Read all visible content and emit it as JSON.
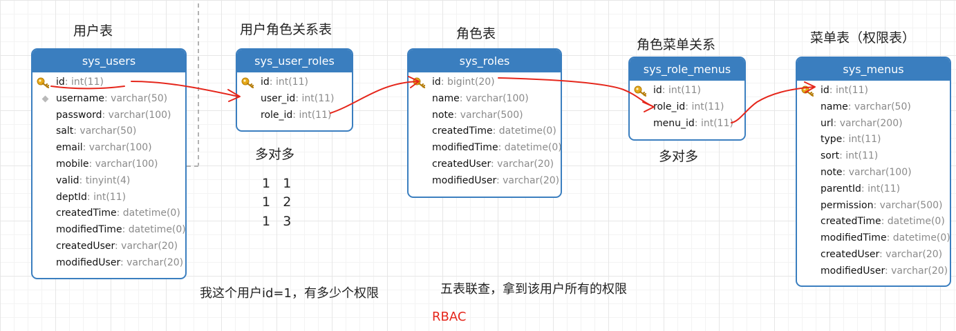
{
  "captions": {
    "users": "用户表",
    "user_roles": "用户角色关系表",
    "roles": "角色表",
    "role_menus": "角色菜单关系",
    "menus": "菜单表（权限表）"
  },
  "tables": {
    "users": {
      "name": "sys_users",
      "columns": [
        {
          "name": "id",
          "type": ": int(11)",
          "key": true
        },
        {
          "name": "username",
          "type": ": varchar(50)",
          "index": true
        },
        {
          "name": "password",
          "type": ": varchar(100)"
        },
        {
          "name": "salt",
          "type": ": varchar(50)"
        },
        {
          "name": "email",
          "type": ": varchar(100)"
        },
        {
          "name": "mobile",
          "type": ": varchar(100)"
        },
        {
          "name": "valid",
          "type": ": tinyint(4)"
        },
        {
          "name": "deptId",
          "type": ": int(11)"
        },
        {
          "name": "createdTime",
          "type": ": datetime(0)"
        },
        {
          "name": "modifiedTime",
          "type": ": datetime(0)"
        },
        {
          "name": "createdUser",
          "type": ": varchar(20)"
        },
        {
          "name": "modifiedUser",
          "type": ": varchar(20)"
        }
      ]
    },
    "user_roles": {
      "name": "sys_user_roles",
      "columns": [
        {
          "name": "id",
          "type": ": int(11)",
          "key": true
        },
        {
          "name": "user_id",
          "type": ": int(11)"
        },
        {
          "name": "role_id",
          "type": ": int(11)"
        }
      ]
    },
    "roles": {
      "name": "sys_roles",
      "columns": [
        {
          "name": "id",
          "type": ": bigint(20)",
          "key": true
        },
        {
          "name": "name",
          "type": ": varchar(100)"
        },
        {
          "name": "note",
          "type": ": varchar(500)"
        },
        {
          "name": "createdTime",
          "type": ": datetime(0)"
        },
        {
          "name": "modifiedTime",
          "type": ": datetime(0)"
        },
        {
          "name": "createdUser",
          "type": ": varchar(20)"
        },
        {
          "name": "modifiedUser",
          "type": ": varchar(20)"
        }
      ]
    },
    "role_menus": {
      "name": "sys_role_menus",
      "columns": [
        {
          "name": "id",
          "type": ": int(11)",
          "key": true
        },
        {
          "name": "role_id",
          "type": ": int(11)"
        },
        {
          "name": "menu_id",
          "type": ": int(11)"
        }
      ]
    },
    "menus": {
      "name": "sys_menus",
      "columns": [
        {
          "name": "id",
          "type": ": int(11)",
          "key": true
        },
        {
          "name": "name",
          "type": ": varchar(50)"
        },
        {
          "name": "url",
          "type": ": varchar(200)"
        },
        {
          "name": "type",
          "type": ": int(11)"
        },
        {
          "name": "sort",
          "type": ": int(11)"
        },
        {
          "name": "note",
          "type": ": varchar(100)"
        },
        {
          "name": "parentId",
          "type": ": int(11)"
        },
        {
          "name": "permission",
          "type": ": varchar(500)"
        },
        {
          "name": "createdTime",
          "type": ": datetime(0)"
        },
        {
          "name": "modifiedTime",
          "type": ": datetime(0)"
        },
        {
          "name": "createdUser",
          "type": ": varchar(20)"
        },
        {
          "name": "modifiedUser",
          "type": ": varchar(20)"
        }
      ]
    }
  },
  "notes": {
    "many_to_many_1": "多对多",
    "many_to_many_2": "多对多",
    "ratio_rows": [
      "1   1",
      "1   2",
      "1   3"
    ],
    "question": "我这个用户id=1，有多少个权限",
    "five_table_join": "五表联查，拿到该用户所有的权限",
    "rbac": "RBAC"
  },
  "colors": {
    "header": "#3a7ebf",
    "annotation": "#e5261b"
  }
}
